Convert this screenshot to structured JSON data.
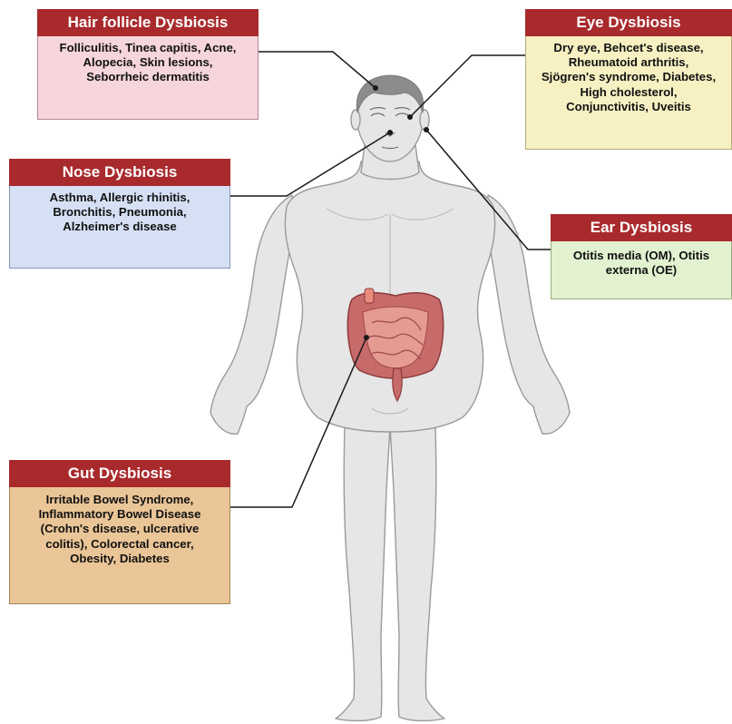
{
  "callouts": {
    "hair": {
      "title": "Hair follicle Dysbiosis",
      "lines": [
        "Folliculitis, Tinea capitis, Acne,",
        "Alopecia, Skin lesions,",
        "Seborrheic dermatitis"
      ]
    },
    "eye": {
      "title": "Eye Dysbiosis",
      "lines": [
        "Dry eye, Behcet's disease,",
        "Rheumatoid arthritis,",
        "Sjögren's syndrome, Diabetes,",
        "High cholesterol,",
        "Conjunctivitis, Uveitis"
      ]
    },
    "nose": {
      "title": "Nose Dysbiosis",
      "lines": [
        "Asthma, Allergic rhinitis,",
        "Bronchitis, Pneumonia,",
        "Alzheimer's disease"
      ]
    },
    "ear": {
      "title": "Ear Dysbiosis",
      "lines": [
        "Otitis media (OM), Otitis",
        "externa (OE)"
      ]
    },
    "gut": {
      "title": "Gut Dysbiosis",
      "lines": [
        "Irritable Bowel Syndrome,",
        "Inflammatory Bowel Disease",
        "(Crohn's disease, ulcerative",
        "colitis), Colorectal cancer,",
        "Obesity,  Diabetes"
      ]
    }
  },
  "colors": {
    "header": "#a82a2d",
    "hair_fill": "#f6d5dc",
    "eye_fill": "#f6f0c2",
    "nose_fill": "#d6e0f5",
    "ear_fill": "#e2f1cf",
    "gut_fill": "#eac597",
    "body_skin": "#e6e6e6",
    "hair_color": "#8c8c8c",
    "intestine": "#c66a6a"
  }
}
